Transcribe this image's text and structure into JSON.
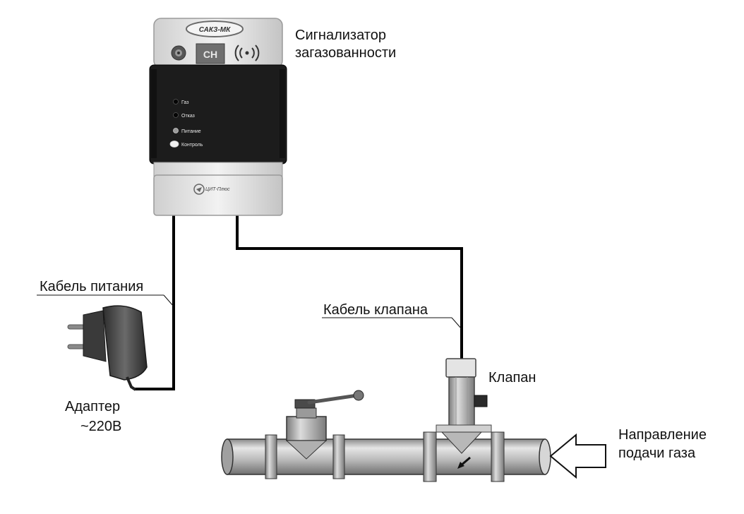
{
  "device": {
    "brand_badge": "САКЗ-МК",
    "gas_code": "CH",
    "indicators": [
      "Газ",
      "Отказ",
      "Питание",
      "Контроль"
    ],
    "maker_logo": "ЦИТ-Плюс"
  },
  "labels": {
    "device_caption_line1": "Сигнализатор",
    "device_caption_line2": "загазованности",
    "power_cable": "Кабель питания",
    "valve_cable": "Кабель клапана",
    "valve": "Клапан",
    "adapter_line1": "Адаптер",
    "adapter_line2": "~220В",
    "flow_line1": "Направление",
    "flow_line2": "подачи газа"
  },
  "icons": [
    "speaker-icon",
    "signal-waves-icon",
    "flow-direction-arrow-icon",
    "flow-arrow-icon"
  ],
  "colors": {
    "body_light": "#e6e6e6",
    "panel_dark": "#1c1c1c",
    "cable": "#000000",
    "pipe": "#bdbdbd",
    "adapter": "#444444"
  }
}
